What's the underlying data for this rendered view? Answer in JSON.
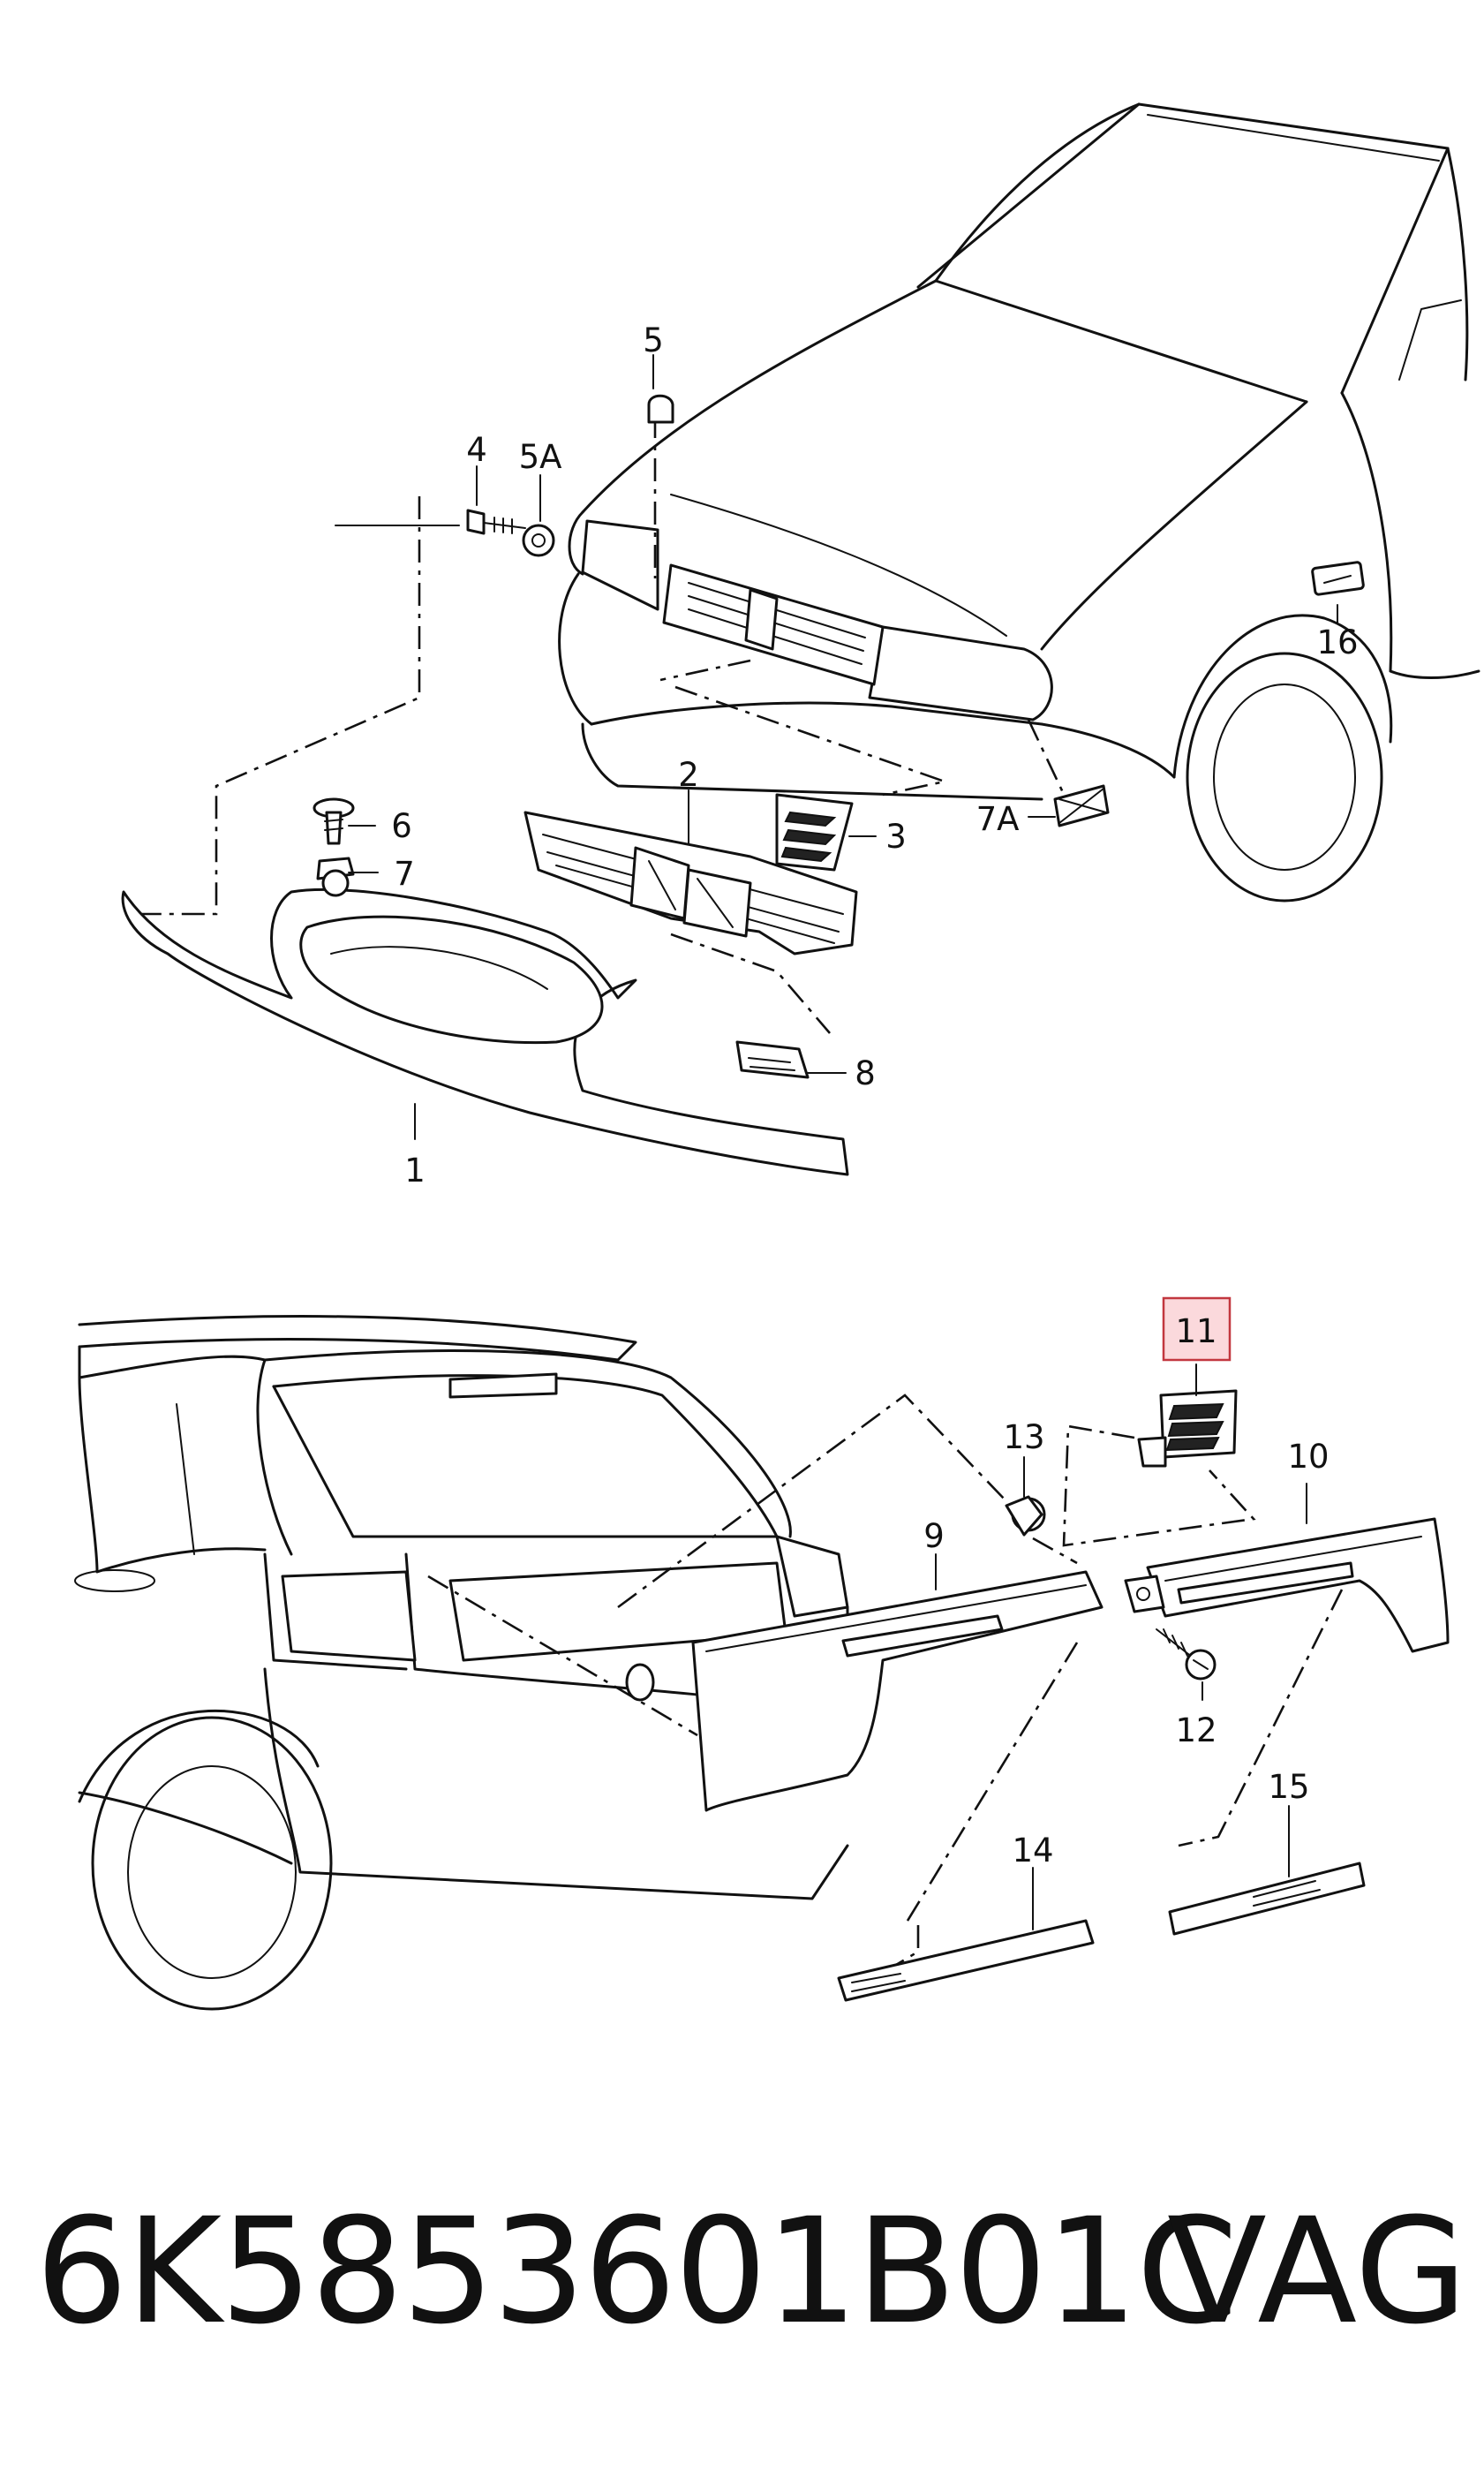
{
  "diagram": {
    "callouts": {
      "c1": "1",
      "c2": "2",
      "c3": "3",
      "c4": "4",
      "c5": "5",
      "c5a": "5A",
      "c6": "6",
      "c7": "7",
      "c7a": "7A",
      "c8": "8",
      "c9": "9",
      "c10": "10",
      "c11": "11",
      "c12": "12",
      "c13": "13",
      "c14": "14",
      "c15": "15",
      "c16": "16"
    },
    "highlighted_callout": "11",
    "highlight_color": "#fbd9dc",
    "highlight_border": "#c2373f"
  },
  "footer": {
    "part_number": "6K5853601B01C",
    "brand": "VAG"
  }
}
